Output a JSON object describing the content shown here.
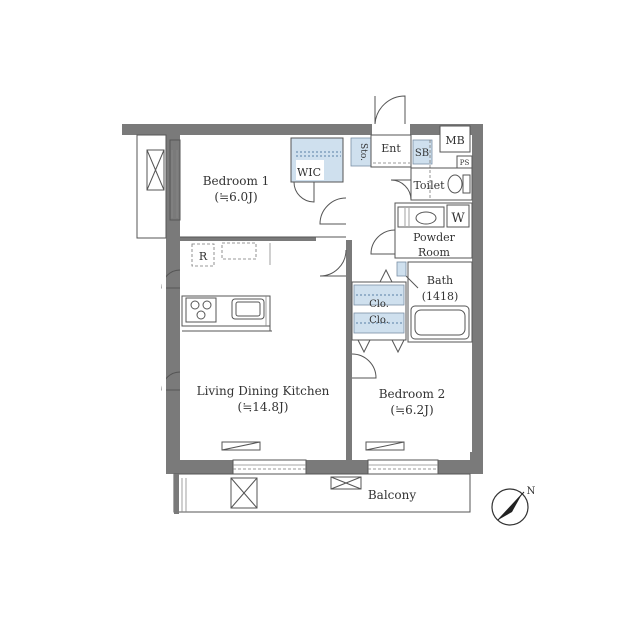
{
  "labels": {
    "bedroom1": "Bedroom 1",
    "bedroom1_size": "(≒6.0J)",
    "wic": "WIC",
    "sto": "Sto.",
    "ent": "Ent",
    "sb": "SB",
    "mb": "MB",
    "ps": "PS",
    "toilet": "Toilet",
    "w": "W",
    "powder_room_1": "Powder",
    "powder_room_2": "Room",
    "bath": "Bath",
    "bath_size": "(1418)",
    "clo1": "Clo.",
    "clo2": "Clo.",
    "refrigerator": "R",
    "ldk": "Living Dining Kitchen",
    "ldk_size": "(≒14.8J)",
    "bedroom2": "Bedroom 2",
    "bedroom2_size": "(≒6.2J)",
    "balcony": "Balcony",
    "north": "N"
  },
  "colors": {
    "wall": "#7a7a7a",
    "storage_fill": "#cfe0ee"
  }
}
